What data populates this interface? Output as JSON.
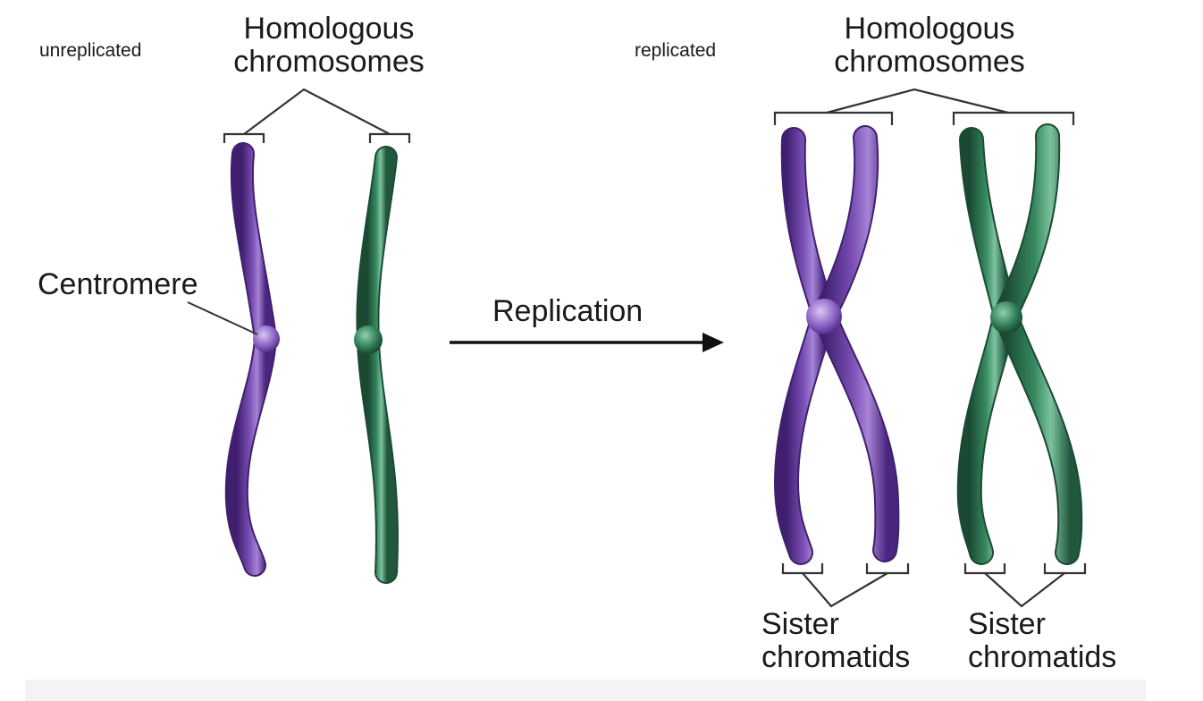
{
  "labels": {
    "unreplicated": "unreplicated",
    "replicated": "replicated",
    "homologous_left": [
      "Homologous",
      "chromosomes"
    ],
    "homologous_right": [
      "Homologous",
      "chromosomes"
    ],
    "centromere": "Centromere",
    "replication": "Replication",
    "sister_left": [
      "Sister",
      "chromatids"
    ],
    "sister_right": [
      "Sister",
      "chromatids"
    ]
  },
  "colors": {
    "purple": "#6b3fa0",
    "purple_dark": "#3f1f6e",
    "purple_light": "#b79be0",
    "green": "#2f7d57",
    "green_dark": "#1b4a33",
    "green_light": "#8fd0ad",
    "line": "#333333"
  }
}
